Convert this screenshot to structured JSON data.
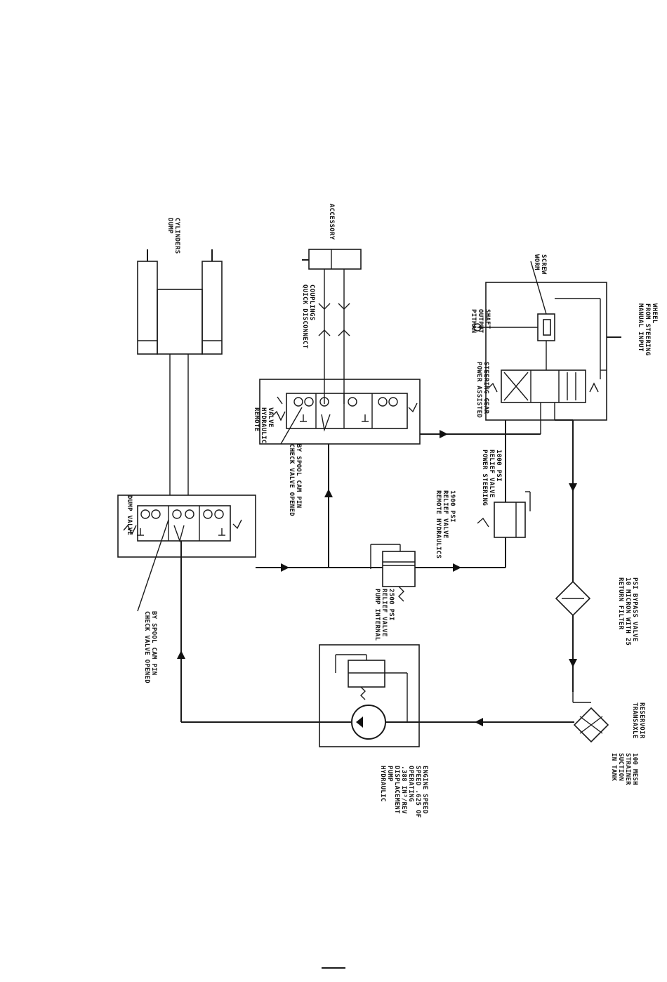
{
  "diagram": {
    "labels": {
      "dump_cylinders": [
        "DUMP",
        "CYLINDERS"
      ],
      "accessory": [
        "ACCESSORY"
      ],
      "quick_disconnect": [
        "QUICK DISCONNECT",
        "COUPLINGS"
      ],
      "worm_screw": [
        "WORM",
        "SCREW"
      ],
      "pitman": [
        "PITMAN",
        "OUTPUT",
        "SHAFT"
      ],
      "manual_input": [
        "MANUAL INPUT",
        "FROM STEERING",
        "WHEEL"
      ],
      "steering_gear": [
        "POWER ASSISTED",
        "STEERING GEAR"
      ],
      "remote_valve": [
        "REMOTE",
        "HYDRAULIC",
        "VALVE"
      ],
      "check_valve_remote": [
        "CHECK VALVE OPENED",
        "BY SPOOL CAM PIN"
      ],
      "ps_relief": [
        "POWER STEERING",
        "RELIEF VALVE",
        "1000 PSI"
      ],
      "remote_relief": [
        "REMOTE HYDRAULICS",
        "RELIEF VALVE",
        "1900 PSI"
      ],
      "dump_valve": [
        "DUMP VALVE"
      ],
      "check_valve_dump": [
        "CHECK VALVE OPENED",
        "BY SPOOL CAM PIN"
      ],
      "pump_relief": [
        "PUMP INTERNAL",
        "RELIEF VALVE",
        "2500 PSI"
      ],
      "return_filter": [
        "RETURN FILTER",
        "10 MICRON WITH 25",
        "PSI BYPASS VALVE"
      ],
      "transaxle_reservoir": [
        "TRANSAXLE",
        "RESERVOIR"
      ],
      "suction_strainer": [
        "IN TANK",
        "SUCTION",
        "STRAINER",
        "100 MESH"
      ],
      "hydraulic_pump": [
        "HYDRAULIC",
        "PUMP",
        "DISPLACEMENT",
        ".388 IN³/REV",
        "OPERATING",
        "SPEED .625 OF",
        "ENGINE SPEED"
      ]
    }
  }
}
